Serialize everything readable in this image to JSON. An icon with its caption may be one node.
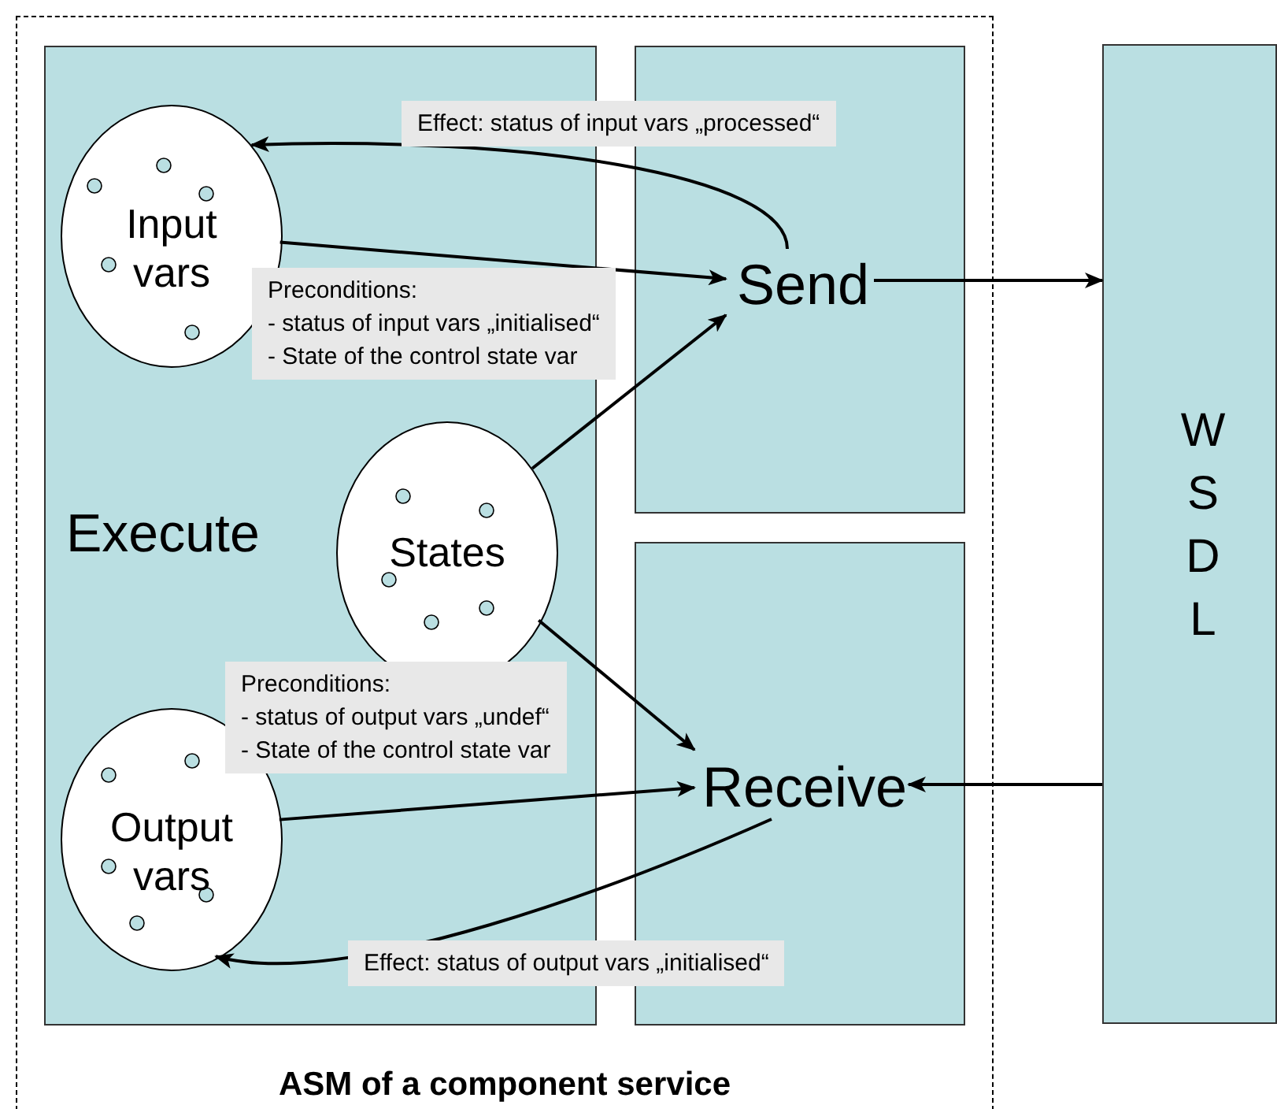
{
  "diagram": {
    "nodes": [
      {
        "text": [
          "ASM of a component service"
        ]
      },
      {
        "text": [
          "Execute"
        ],
        "in": 0
      },
      {
        "text": [],
        "shape": "box",
        "in": 0
      },
      {
        "text": [
          "Send"
        ],
        "in": 2
      },
      {
        "text": [],
        "shape": "box",
        "in": 0
      },
      {
        "text": [
          "Receive"
        ],
        "in": 4
      },
      {
        "text": [
          "Input vars"
        ],
        "in": 1
      },
      {
        "text": [
          "States"
        ],
        "in": 1
      },
      {
        "text": [
          "Output vars"
        ],
        "in": 1
      },
      {
        "text": [
          "WSDL"
        ]
      }
    ],
    "edges": [
      {
        "from": 3,
        "to": 6,
        "arrow": "to",
        "label": "Effect: status of input vars „processed“"
      },
      {
        "from": 6,
        "to": 3,
        "arrow": "to",
        "label": "Preconditions: - status of input vars „initialised“ - State of the control state var"
      },
      {
        "from": 7,
        "to": 3,
        "arrow": "to"
      },
      {
        "from": 3,
        "to": 9,
        "arrow": "to"
      },
      {
        "from": 7,
        "to": 5,
        "arrow": "to"
      },
      {
        "from": 8,
        "to": 5,
        "arrow": "to",
        "label": "Preconditions: - status of output vars „undef“ - State of the control state var"
      },
      {
        "from": 9,
        "to": 5,
        "arrow": "to"
      },
      {
        "from": 5,
        "to": 8,
        "arrow": "to",
        "label": "Effect: status of output vars „initialised“"
      }
    ]
  }
}
